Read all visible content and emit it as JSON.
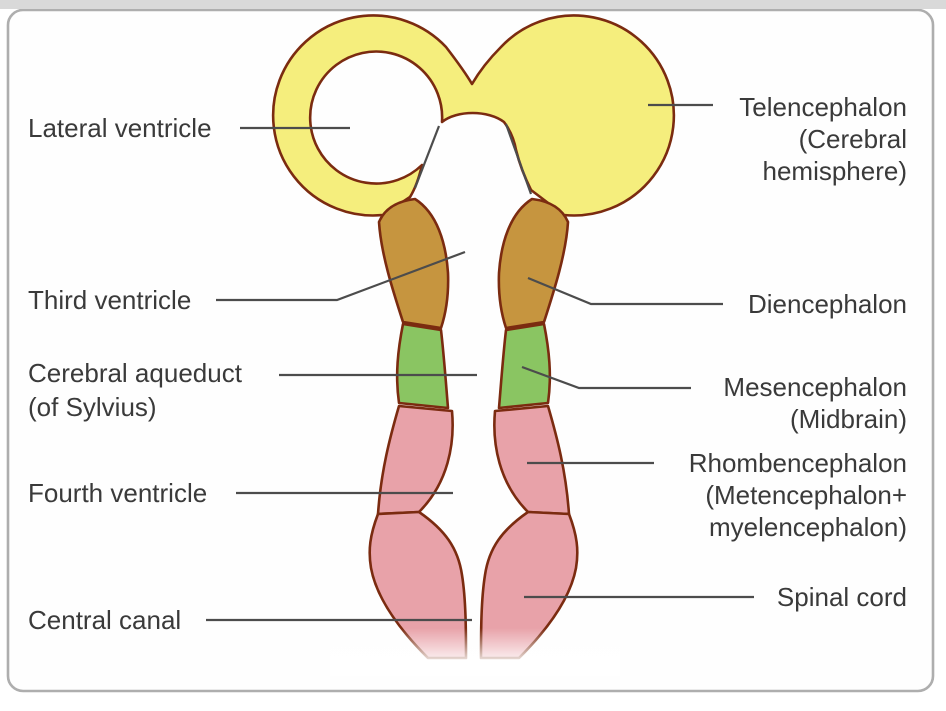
{
  "figure": {
    "description": "Embryonic brain ventricles diagram",
    "labels": {
      "lateral_ventricle": "Lateral ventricle",
      "third_ventricle": "Third ventricle",
      "cerebral_aqueduct_line1": "Cerebral aqueduct",
      "cerebral_aqueduct_line2": "(of Sylvius)",
      "fourth_ventricle": "Fourth ventricle",
      "central_canal": "Central canal",
      "telencephalon_line1": "Telencephalon",
      "telencephalon_line2": "(Cerebral",
      "telencephalon_line3": "hemisphere)",
      "diencephalon": "Diencephalon",
      "mesencephalon_line1": "Mesencephalon",
      "mesencephalon_line2": "(Midbrain)",
      "rhombencephalon_line1": "Rhombencephalon",
      "rhombencephalon_line2": "(Metencephalon+",
      "rhombencephalon_line3": "myelencephalon)",
      "spinal_cord": "Spinal cord"
    },
    "colors": {
      "telencephalon_fill": "#f5ee7d",
      "diencephalon_fill": "#c6953f",
      "mesencephalon_fill": "#8ac562",
      "rhombencephalon_fill": "#e8a2a9",
      "outline": "#7b2b10",
      "leader_line": "#4c4c4c",
      "label_text": "#3a3a3a",
      "frame_border": "#aeaeae",
      "frame_fill": "#fefefe",
      "top_strip": "#d9d9d9"
    }
  }
}
